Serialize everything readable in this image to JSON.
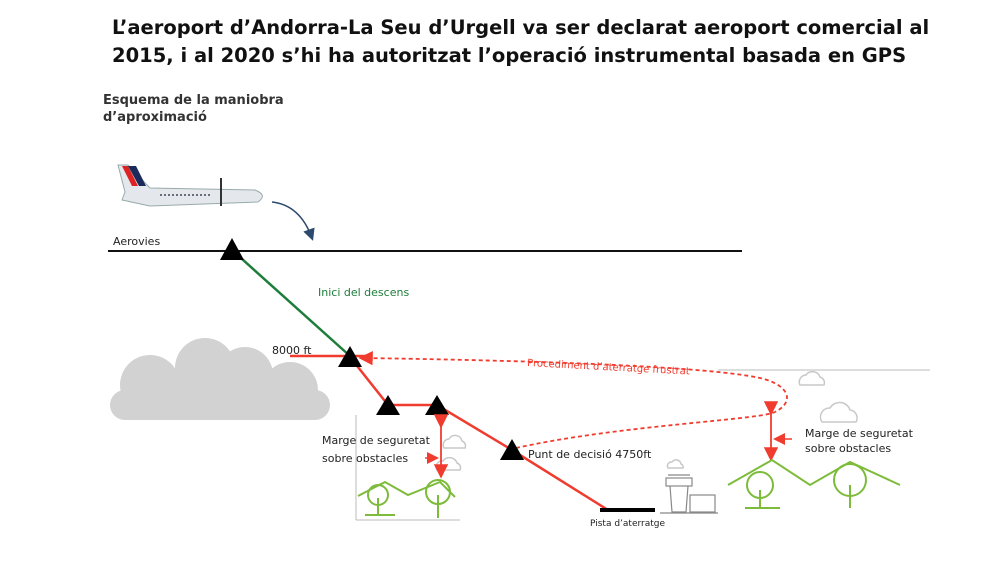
{
  "title": {
    "line1": "L’aeroport d’Andorra-La Seu d’Urgell va ser declarat aeroport comercial al",
    "line2": "2015, i al 2020 s’hi ha autoritzat l’operació instrumental basada en GPS"
  },
  "subtitle": {
    "line1": "Esquema de la maniobra",
    "line2": "d’aproximació"
  },
  "labels": {
    "airways": "Aerovies",
    "descent_start": "Inici del descens",
    "altitude": "8000 ft",
    "missed_approach": "Procediment d’aterratge frustrat",
    "margin_left_1": "Marge de seguretat",
    "margin_left_2": "sobre obstacles",
    "decision_point": "Punt de decisió 4750ft",
    "runway": "Pista d’aterratge",
    "margin_right_1": "Marge de seguretat",
    "margin_right_2": "sobre obstacles"
  },
  "colors": {
    "descent": "#1e7d3a",
    "approach": "#f03c2e",
    "terrain": "#7dbb3a",
    "cloud": "#cfcfcf"
  }
}
